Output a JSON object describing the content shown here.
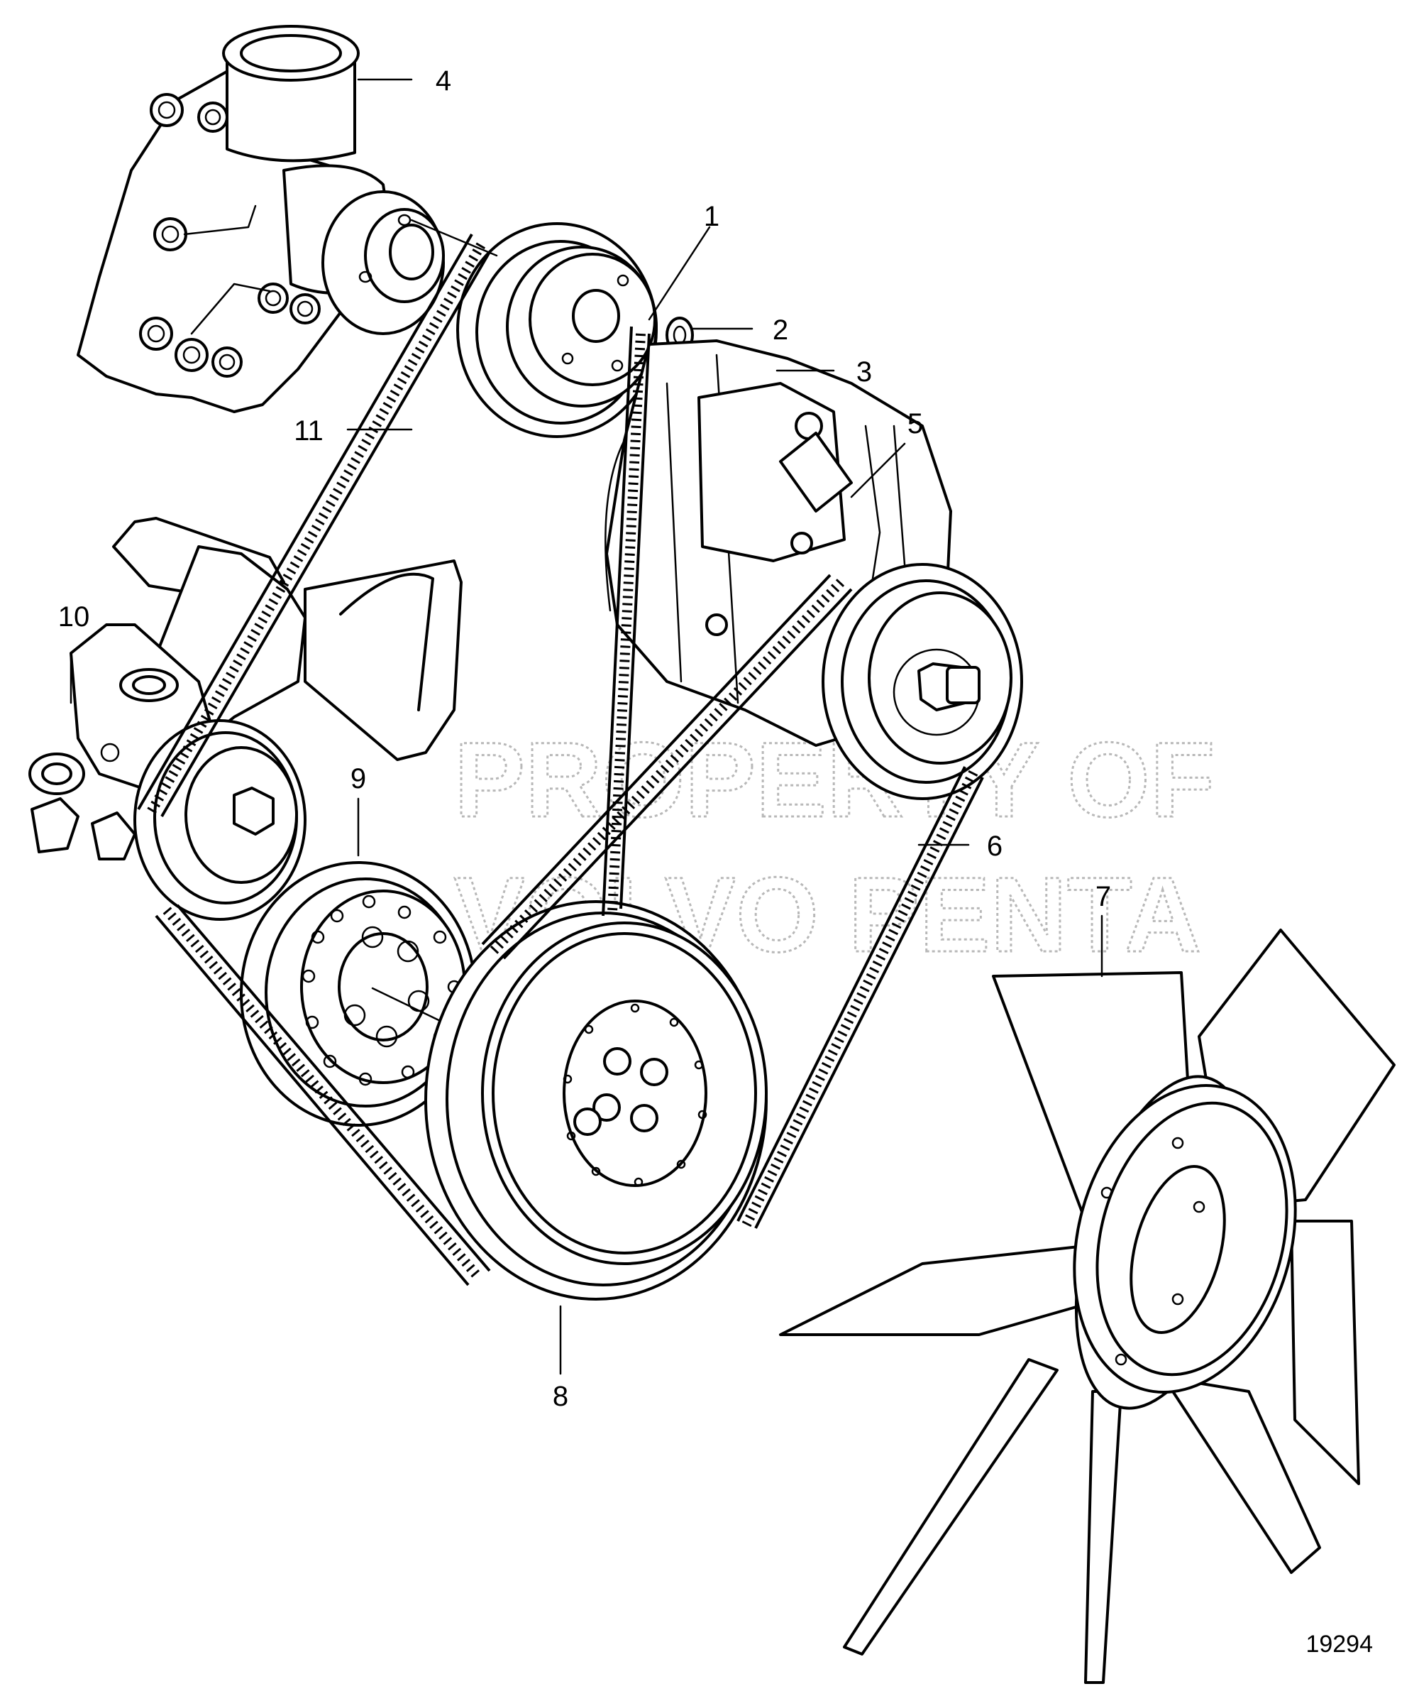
{
  "callouts": [
    {
      "id": "1",
      "label": "1"
    },
    {
      "id": "2",
      "label": "2"
    },
    {
      "id": "3",
      "label": "3"
    },
    {
      "id": "4",
      "label": "4"
    },
    {
      "id": "5",
      "label": "5"
    },
    {
      "id": "6",
      "label": "6"
    },
    {
      "id": "7",
      "label": "7"
    },
    {
      "id": "8",
      "label": "8"
    },
    {
      "id": "9",
      "label": "9"
    },
    {
      "id": "10",
      "label": "10"
    },
    {
      "id": "11",
      "label": "11"
    }
  ],
  "watermark": {
    "line1": "PROPERTY OF",
    "line2": "VOLVO PENTA"
  },
  "drawing_number": "19294"
}
